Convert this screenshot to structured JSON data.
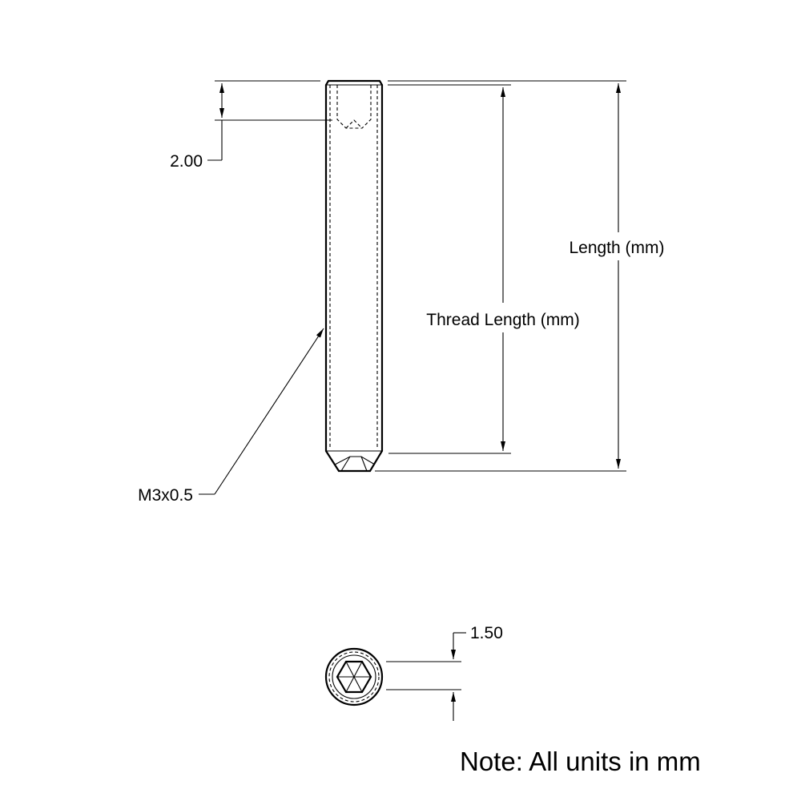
{
  "labels": {
    "socket_depth": "2.00",
    "thread_spec": "M3x0.5",
    "length": "Length (mm)",
    "thread_length": "Thread Length (mm)",
    "hex_size": "1.50",
    "note": "Note: All units in mm"
  }
}
